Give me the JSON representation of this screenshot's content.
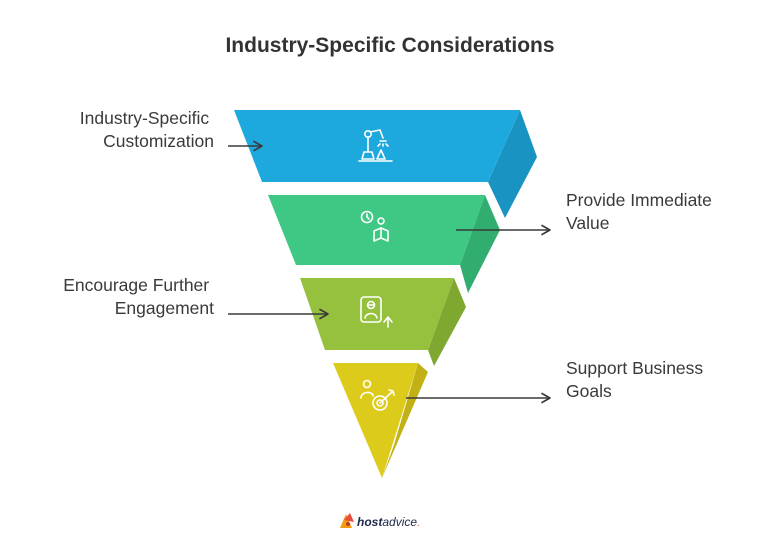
{
  "title": "Industry-Specific Considerations",
  "layers": [
    {
      "label_lines": [
        "Industry-Specific",
        "Customization"
      ],
      "side": "left",
      "color": "#1ea9de",
      "side_color": "#1893c2",
      "icon": "robot-arm-icon"
    },
    {
      "label_lines": [
        "Provide Immediate",
        "Value"
      ],
      "side": "right",
      "color": "#3ec884",
      "side_color": "#31ad70",
      "icon": "clock-person-book-icon"
    },
    {
      "label_lines": [
        "Encourage Further",
        "Engagement"
      ],
      "side": "left",
      "color": "#95c13e",
      "side_color": "#7fa831",
      "icon": "person-upload-icon"
    },
    {
      "label_lines": [
        "Support Business",
        "Goals"
      ],
      "side": "right",
      "color": "#ddcb1c",
      "side_color": "#c2b115",
      "icon": "person-target-icon"
    }
  ],
  "logo": {
    "brand_bold": "host",
    "brand_rest": "advice",
    "brand_dot": "."
  }
}
